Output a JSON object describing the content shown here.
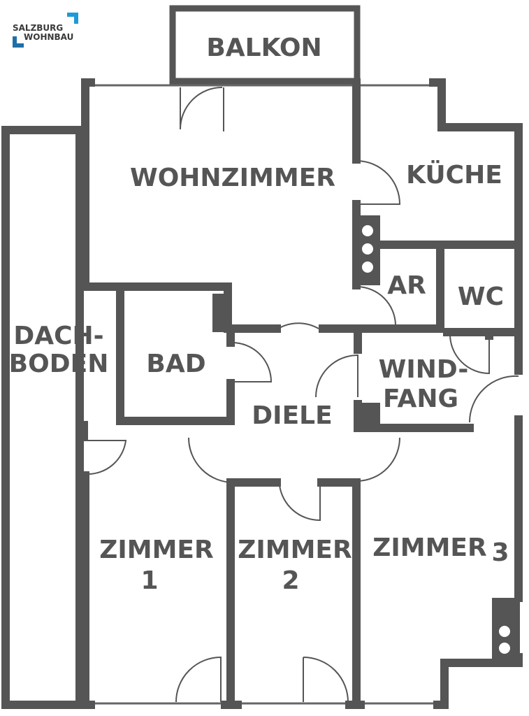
{
  "logo": {
    "line1": "SALZBURG",
    "line2": "WOHNBAU",
    "accent_light": "#1e9ad6",
    "accent_dark": "#1f6fa8"
  },
  "rooms": {
    "balkon": "BALKON",
    "wohnzimmer": "WOHNZIMMER",
    "kueche": "KÜCHE",
    "ar": "AR",
    "wc": "WC",
    "dachboden_1": "DACH-",
    "dachboden_2": "BODEN",
    "bad": "BAD",
    "windfang_1": "WIND-",
    "windfang_2": "FANG",
    "diele": "DIELE",
    "zimmer1": "ZIMMER",
    "zimmer1_num": "1",
    "zimmer2": "ZIMMER",
    "zimmer2_num": "2",
    "zimmer3": "ZIMMER",
    "zimmer3_num": "3"
  },
  "colors": {
    "wall": "#555555"
  }
}
